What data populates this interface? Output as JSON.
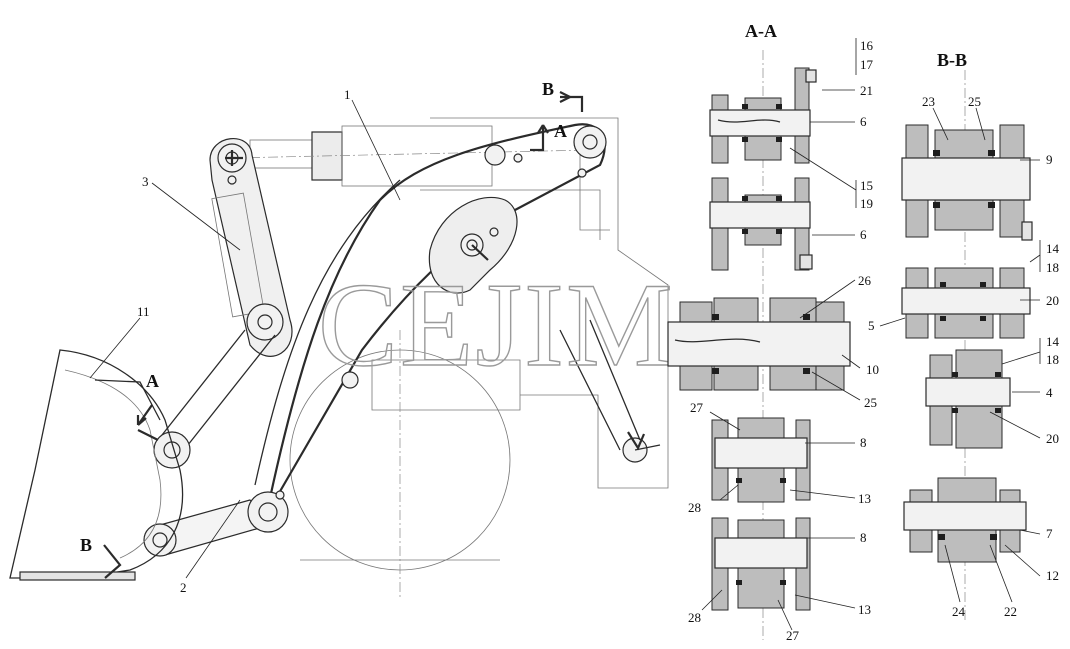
{
  "watermark": "CEJIM",
  "sections": {
    "aa_title": "A-A",
    "bb_title": "B-B"
  },
  "cut_marks": {
    "a_top": "A",
    "b_top": "B",
    "a_bucket": "A",
    "b_bucket": "B"
  },
  "main_view_labels": {
    "boom": "1",
    "link": "2",
    "lever": "3",
    "bucket": "11"
  },
  "aa_labels": {
    "p16": "16",
    "p17": "17",
    "p21": "21",
    "p6a": "6",
    "p15": "15",
    "p19": "19",
    "p6b": "6",
    "p26": "26",
    "p10": "10",
    "p25": "25",
    "p27a": "27",
    "p8a": "8",
    "p28a": "28",
    "p13a": "13",
    "p8b": "8",
    "p28b": "28",
    "p13b": "13",
    "p27b": "27"
  },
  "bb_labels": {
    "p23": "23",
    "p25": "25",
    "p9": "9",
    "p14a": "14",
    "p18a": "18",
    "p5": "5",
    "p20a": "20",
    "p14b": "14",
    "p18b": "18",
    "p4": "4",
    "p20b": "20",
    "p7": "7",
    "p12": "12",
    "p24": "24",
    "p22": "22"
  }
}
